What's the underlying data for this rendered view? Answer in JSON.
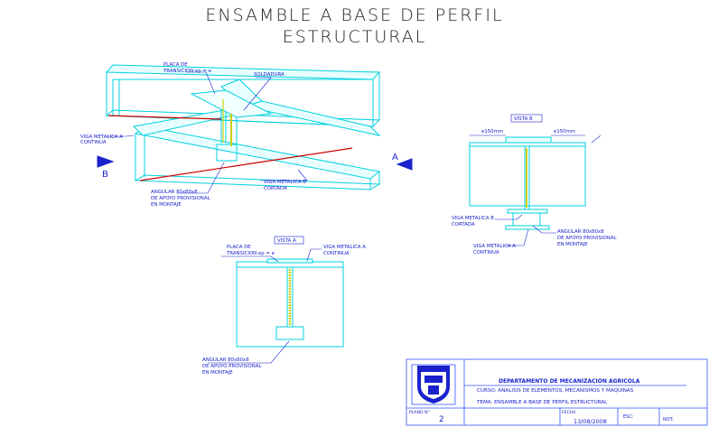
{
  "title": {
    "line1": "ENSAMBLE A BASE DE PERFIL",
    "line2": "ESTRUCTURAL"
  },
  "iso_view": {
    "placa": [
      "PLACA DE",
      "TRANSICION ep = e"
    ],
    "soldadura": "SOLDADURA",
    "viga_a": [
      "VIGA METALICA A",
      "CONTINUA"
    ],
    "viga_b": [
      "VIGA METALICA B",
      "CORTADA"
    ],
    "angular": [
      "ANGULAR 80x80x8",
      "DE APOYO PROVISIONAL",
      "EN MONTAJE"
    ],
    "mark_a": "A",
    "mark_b": "B"
  },
  "vista_b": {
    "title": "VISTA B",
    "dim_left": "e150mm",
    "dim_right": "e150mm",
    "viga_b": [
      "VIGA METALICA B",
      "CORTADA"
    ],
    "viga_a": [
      "VIGA METALICA A",
      "CONTINUA"
    ],
    "angular": [
      "ANGULAR 80x80x8",
      "DE APOYO PROVISIONAL",
      "EN MONTAJE"
    ]
  },
  "vista_a": {
    "title": "VISTA A",
    "placa": [
      "PLACA DE",
      "TRANSICION ep = e"
    ],
    "viga_a": [
      "VIGA METALICA A",
      "CONTINUA"
    ],
    "angular": [
      "ANGULAR 80x80x8",
      "DE APOYO PROVISIONAL",
      "EN MONTAJE"
    ]
  },
  "title_block": {
    "department": "DEPARTAMENTO DE MECANIZACION AGRICOLA",
    "curso": "CURSO: ANALISIS DE ELEMENTOS, MECANISMOS Y MAQUINAS",
    "tema": "TEMA: ENSAMBLE A BASE DE PERFIL ESTRUCTURAL",
    "plano_label": "PLANO N°",
    "plano_value": "2",
    "fecha_label": "FECHA",
    "fecha_value": "13/08/2008",
    "esc_label": "ESC:",
    "not_label": "NOT:"
  },
  "colors": {
    "beam": "#00d0e0",
    "label": "#1a22cc",
    "hatch": "#cc0000",
    "weld": "#c8d000",
    "border": "#3355ff"
  }
}
